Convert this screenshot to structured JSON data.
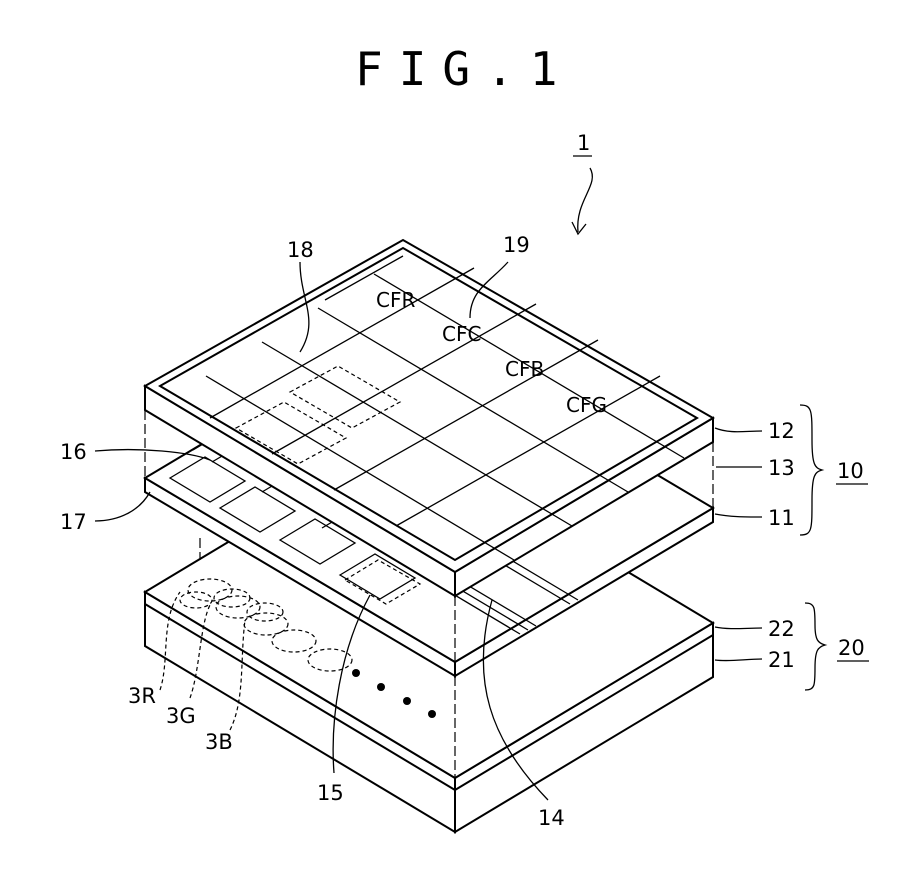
{
  "figure": {
    "title": "FIG.1",
    "device_ref": "1",
    "cf_labels": {
      "red": "CFR",
      "clear": "CFC",
      "blue": "CFB",
      "green": "CFG"
    },
    "refs": {
      "r18": "18",
      "r19": "19",
      "r16": "16",
      "r17": "17",
      "r12": "12",
      "r13": "13",
      "r11": "11",
      "r10": "10",
      "r22": "22",
      "r21": "21",
      "r20": "20",
      "r3R": "3R",
      "r3G": "3G",
      "r3B": "3B",
      "r15": "15",
      "r14": "14"
    }
  }
}
